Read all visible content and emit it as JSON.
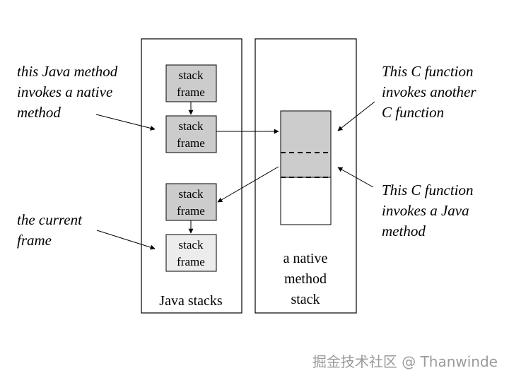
{
  "frames": [
    "stack\nframe",
    "stack\nframe",
    "stack\nframe",
    "stack\nframe"
  ],
  "java_stacks_label": "Java stacks",
  "native_stack_label": "a native\nmethod\nstack",
  "annotations": {
    "java_invokes_native": "this Java method\ninvokes a native\nmethod",
    "current_frame": "the current\nframe",
    "c_invokes_c": "This C function\ninvokes another\nC function",
    "c_invokes_java": "This C function\ninvokes a Java\nmethod"
  },
  "watermark": "掘金技术社区 @ Thanwinde",
  "colors": {
    "frame_fill": "#cccccc",
    "current_frame_fill": "#ececec",
    "line": "#000000"
  }
}
